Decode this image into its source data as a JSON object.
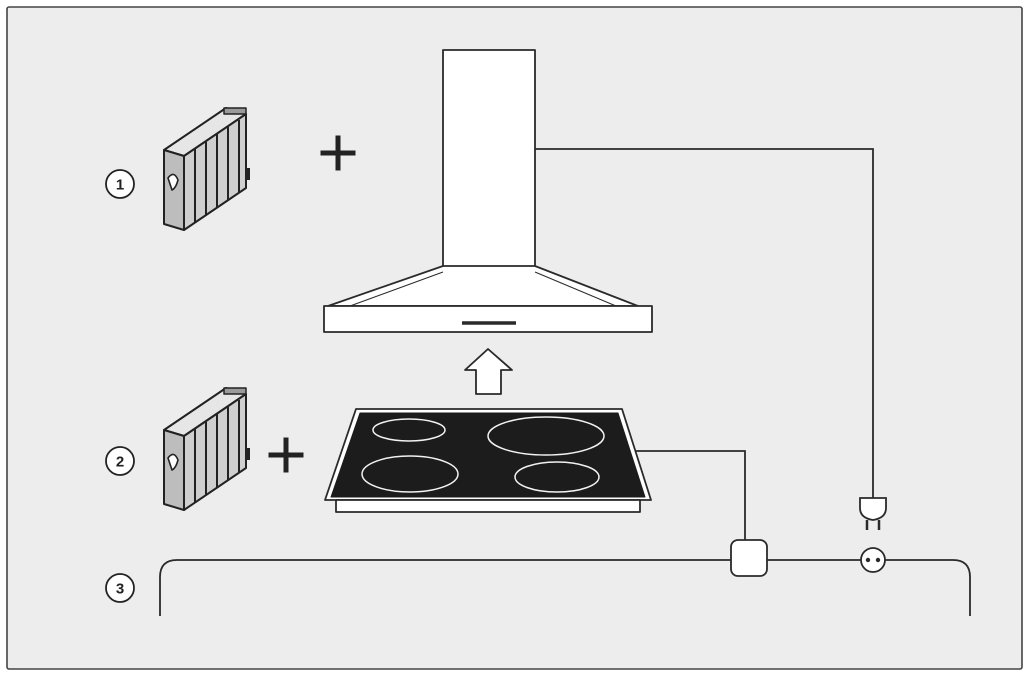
{
  "colors": {
    "frame_background": "#ededed",
    "frame_border": "#444444",
    "line": "#2a2a2a",
    "hood_fill": "#ffffff",
    "hob_glass": "#1c1c1c",
    "hob_zone_ring": "#f2f2f2",
    "filter_fill": "#c9c9c9"
  },
  "steps": [
    {
      "number": "1"
    },
    {
      "number": "2"
    },
    {
      "number": "3"
    }
  ],
  "icons": {
    "filter": "carbon-filter-cartridge-icon",
    "plus": "plus-icon",
    "hood": "chimney-cooker-hood-icon",
    "hob": "induction-hob-icon",
    "arrow": "up-arrow-icon",
    "plug": "power-plug-icon",
    "junction": "junction-box-icon",
    "socket": "wall-socket-icon"
  }
}
